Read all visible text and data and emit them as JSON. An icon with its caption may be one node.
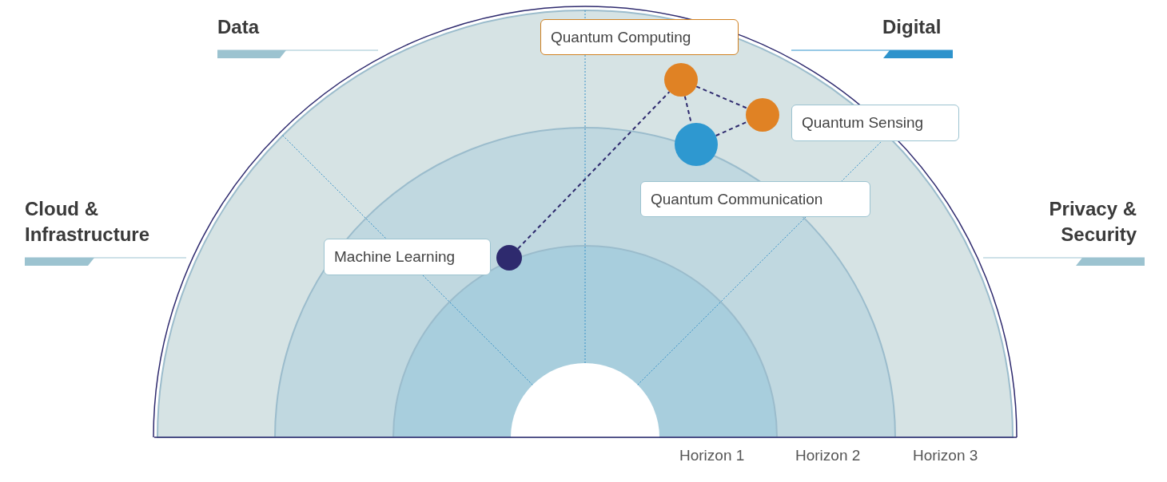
{
  "diagram": {
    "nodes": [
      {
        "text": [
          "Quantum Computing"
        ]
      },
      {
        "text": [],
        "shape": "circle"
      },
      {
        "text": [],
        "shape": "circle"
      },
      {
        "text": [
          "Quantum Sensing"
        ]
      },
      {
        "text": [],
        "shape": "circle"
      },
      {
        "text": [
          "Quantum Communication"
        ]
      },
      {
        "text": [
          "Machine Learning"
        ]
      },
      {
        "text": [],
        "shape": "circle"
      }
    ],
    "edges": [
      {
        "from": 7,
        "to": 1,
        "arrow": "none",
        "style": "dashed"
      },
      {
        "from": 1,
        "to": 2,
        "arrow": "none",
        "style": "dashed"
      },
      {
        "from": 1,
        "to": 4,
        "arrow": "none",
        "style": "dashed"
      },
      {
        "from": 4,
        "to": 2,
        "arrow": "none",
        "style": "dashed"
      }
    ],
    "labels": [
      "Data",
      "Digital",
      "Cloud & Infrastructure",
      "Privacy & Security",
      "Horizon 1",
      "Horizon 2",
      "Horizon 3"
    ]
  }
}
